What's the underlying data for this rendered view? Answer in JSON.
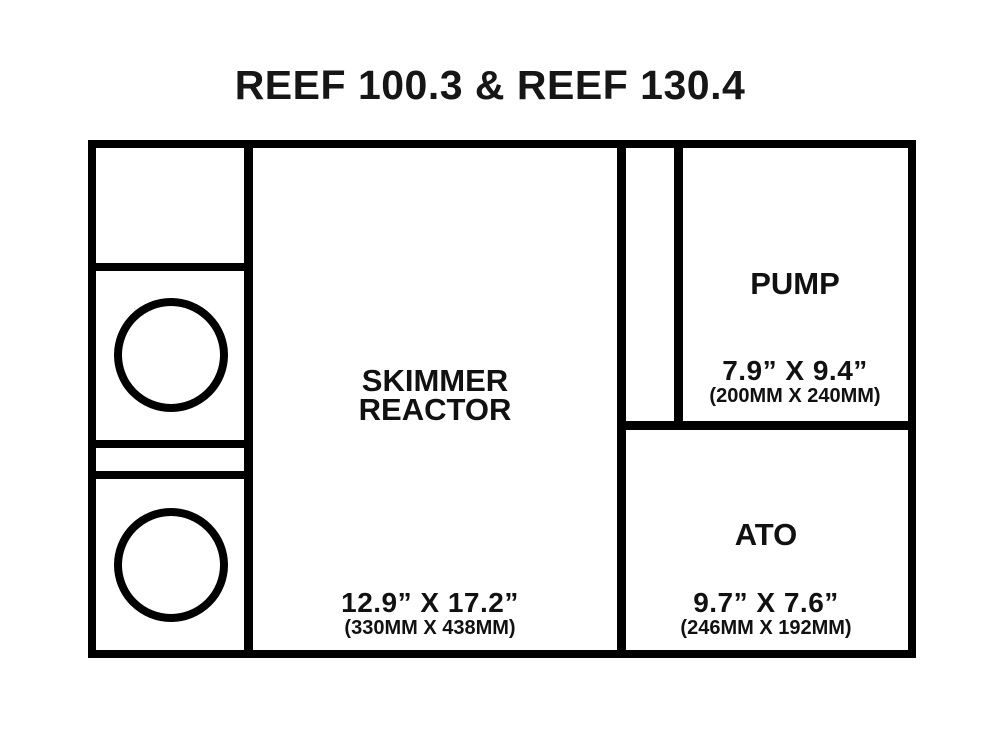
{
  "title": "REEF 100.3 & REEF 130.4",
  "colors": {
    "line": "#000000",
    "background": "#ffffff",
    "text": "#111111"
  },
  "sections": {
    "skimmer": {
      "label": "SKIMMER REACTOR",
      "size_in": "12.9” X 17.2”",
      "size_mm": "(330MM X 438MM)"
    },
    "pump": {
      "label": "PUMP",
      "size_in": "7.9” X 9.4”",
      "size_mm": "(200MM X 240MM)"
    },
    "ato": {
      "label": "ATO",
      "size_in": "9.7” X 7.6”",
      "size_mm": "(246MM X 192MM)"
    }
  }
}
